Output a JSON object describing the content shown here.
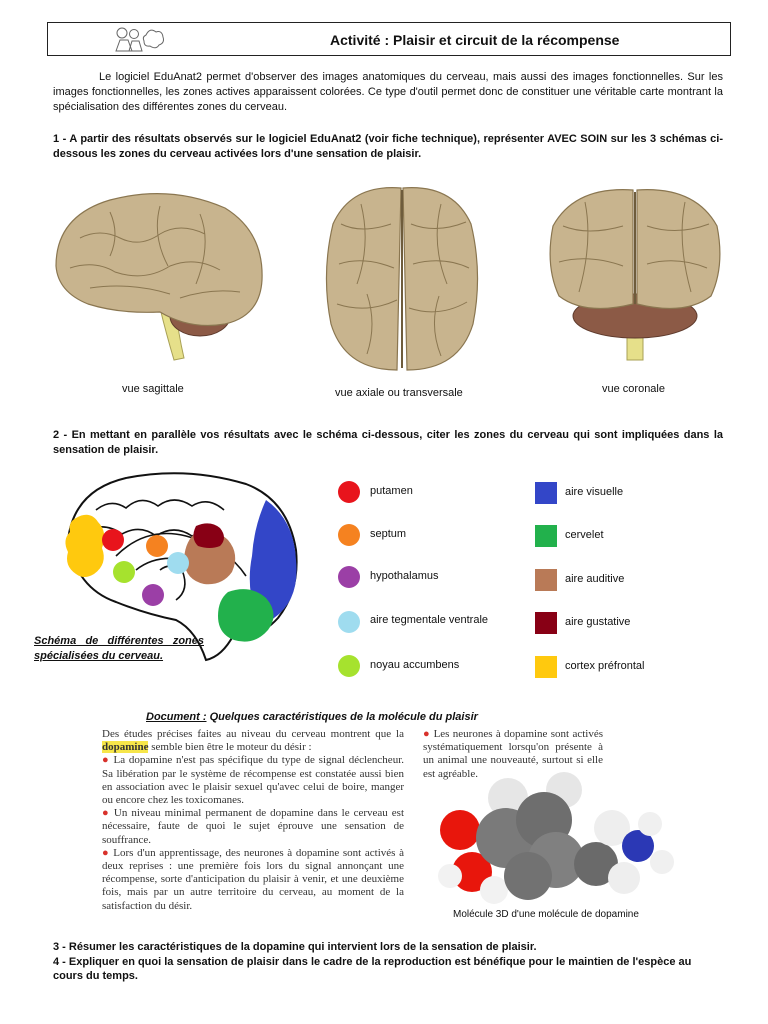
{
  "header": {
    "title": "Activité : Plaisir et circuit de la récompense"
  },
  "intro": {
    "text": "Le logiciel EduAnat2 permet d'observer des images anatomiques du cerveau, mais aussi des images fonctionnelles. Sur les images fonctionnelles, les zones actives apparaissent colorées. Ce type d'outil permet donc de constituer une véritable carte montrant la spécialisation des différentes zones du cerveau."
  },
  "questions": {
    "q1": "1 - A partir des résultats observés sur le logiciel EduAnat2 (voir fiche technique), représenter AVEC SOIN sur les 3 schémas ci-dessous les zones du cerveau activées lors d'une sensation de plaisir.",
    "q2": "2 - En mettant en parallèle vos résultats avec le schéma ci-dessous, citer les zones du cerveau qui sont impliquées dans la sensation de plaisir.",
    "q3": "3 - Résumer les caractéristiques de la dopamine qui intervient lors de la sensation de plaisir.",
    "q4": "4 - Expliquer en quoi la sensation de plaisir dans le cadre de la reproduction est bénéfique pour le maintien de l'espèce au cours du temps."
  },
  "views": {
    "sagittal": "vue sagittale",
    "axial": "vue axiale ou transversale",
    "coronal": "vue coronale"
  },
  "schema": {
    "caption": "Schéma de différentes zones spécialisées du cerveau."
  },
  "legend": {
    "left": [
      {
        "label": "putamen",
        "color": "#e8141c"
      },
      {
        "label": "septum",
        "color": "#f58220"
      },
      {
        "label": "hypothalamus",
        "color": "#9b3fa6"
      },
      {
        "label": "aire tegmentale ventrale",
        "color": "#9fdcef"
      },
      {
        "label": "noyau accumbens",
        "color": "#a6e22e"
      }
    ],
    "right": [
      {
        "label": "aire visuelle",
        "color": "#3346c8"
      },
      {
        "label": "cervelet",
        "color": "#22b14c"
      },
      {
        "label": "aire auditive",
        "color": "#b97a57"
      },
      {
        "label": "aire gustative",
        "color": "#880015"
      },
      {
        "label": "cortex préfrontal",
        "color": "#ffc90e"
      }
    ]
  },
  "document": {
    "title_prefix": "Document :",
    "title_rest": "Quelques caractéristiques de la molécule du plaisir",
    "col1_intro_a": "Des études précises faites au niveau du cerveau montrent que la",
    "col1_intro_hl": "dopamine",
    "col1_intro_b": "semble bien être le moteur du désir :",
    "col1_p1": "La dopamine n'est pas spécifique du type de signal déclencheur. Sa libération par le système de récompense est constatée aussi bien en association avec le plaisir sexuel qu'avec celui de boire, manger ou encore chez les toxicomanes.",
    "col1_p2": "Un niveau minimal permanent de dopamine dans le cerveau est nécessaire, faute de quoi le sujet éprouve une sensation de souffrance.",
    "col1_p3": "Lors d'un apprentissage, des neurones à dopamine sont activés à deux reprises : une première fois lors du signal annonçant une récompense, sorte d'anticipation du plaisir à venir, et une deuxième fois, mais par un autre territoire du cerveau, au moment de la satisfaction du désir.",
    "col2_p1": "Les neurones à dopamine sont activés systématiquement lorsqu'on présente à un animal une nouveauté, surtout si elle est agréable.",
    "molecule_caption": "Molécule 3D d'une molécule de dopamine"
  }
}
